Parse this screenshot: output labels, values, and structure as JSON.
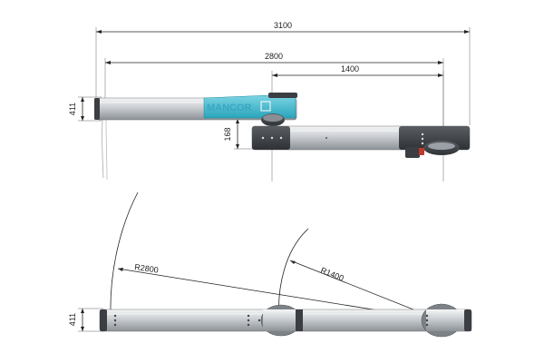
{
  "dimensions": {
    "overall_length": "3100",
    "arm_reach": "2800",
    "second_arm_length": "1400",
    "profile_height_top": "411",
    "offset_height": "168",
    "radius_outer": "R2800",
    "radius_inner": "R1400",
    "profile_height_bottom": "411"
  },
  "brand": {
    "logo_text": "MANCOR",
    "accent_color": "#2fb3c9"
  },
  "colors": {
    "aluminium_light": "#e6e8ea",
    "aluminium_mid": "#b9bdc1",
    "aluminium_dark": "#7d8287",
    "joint_dark": "#3b3e42",
    "accent_red": "#c0392b"
  }
}
